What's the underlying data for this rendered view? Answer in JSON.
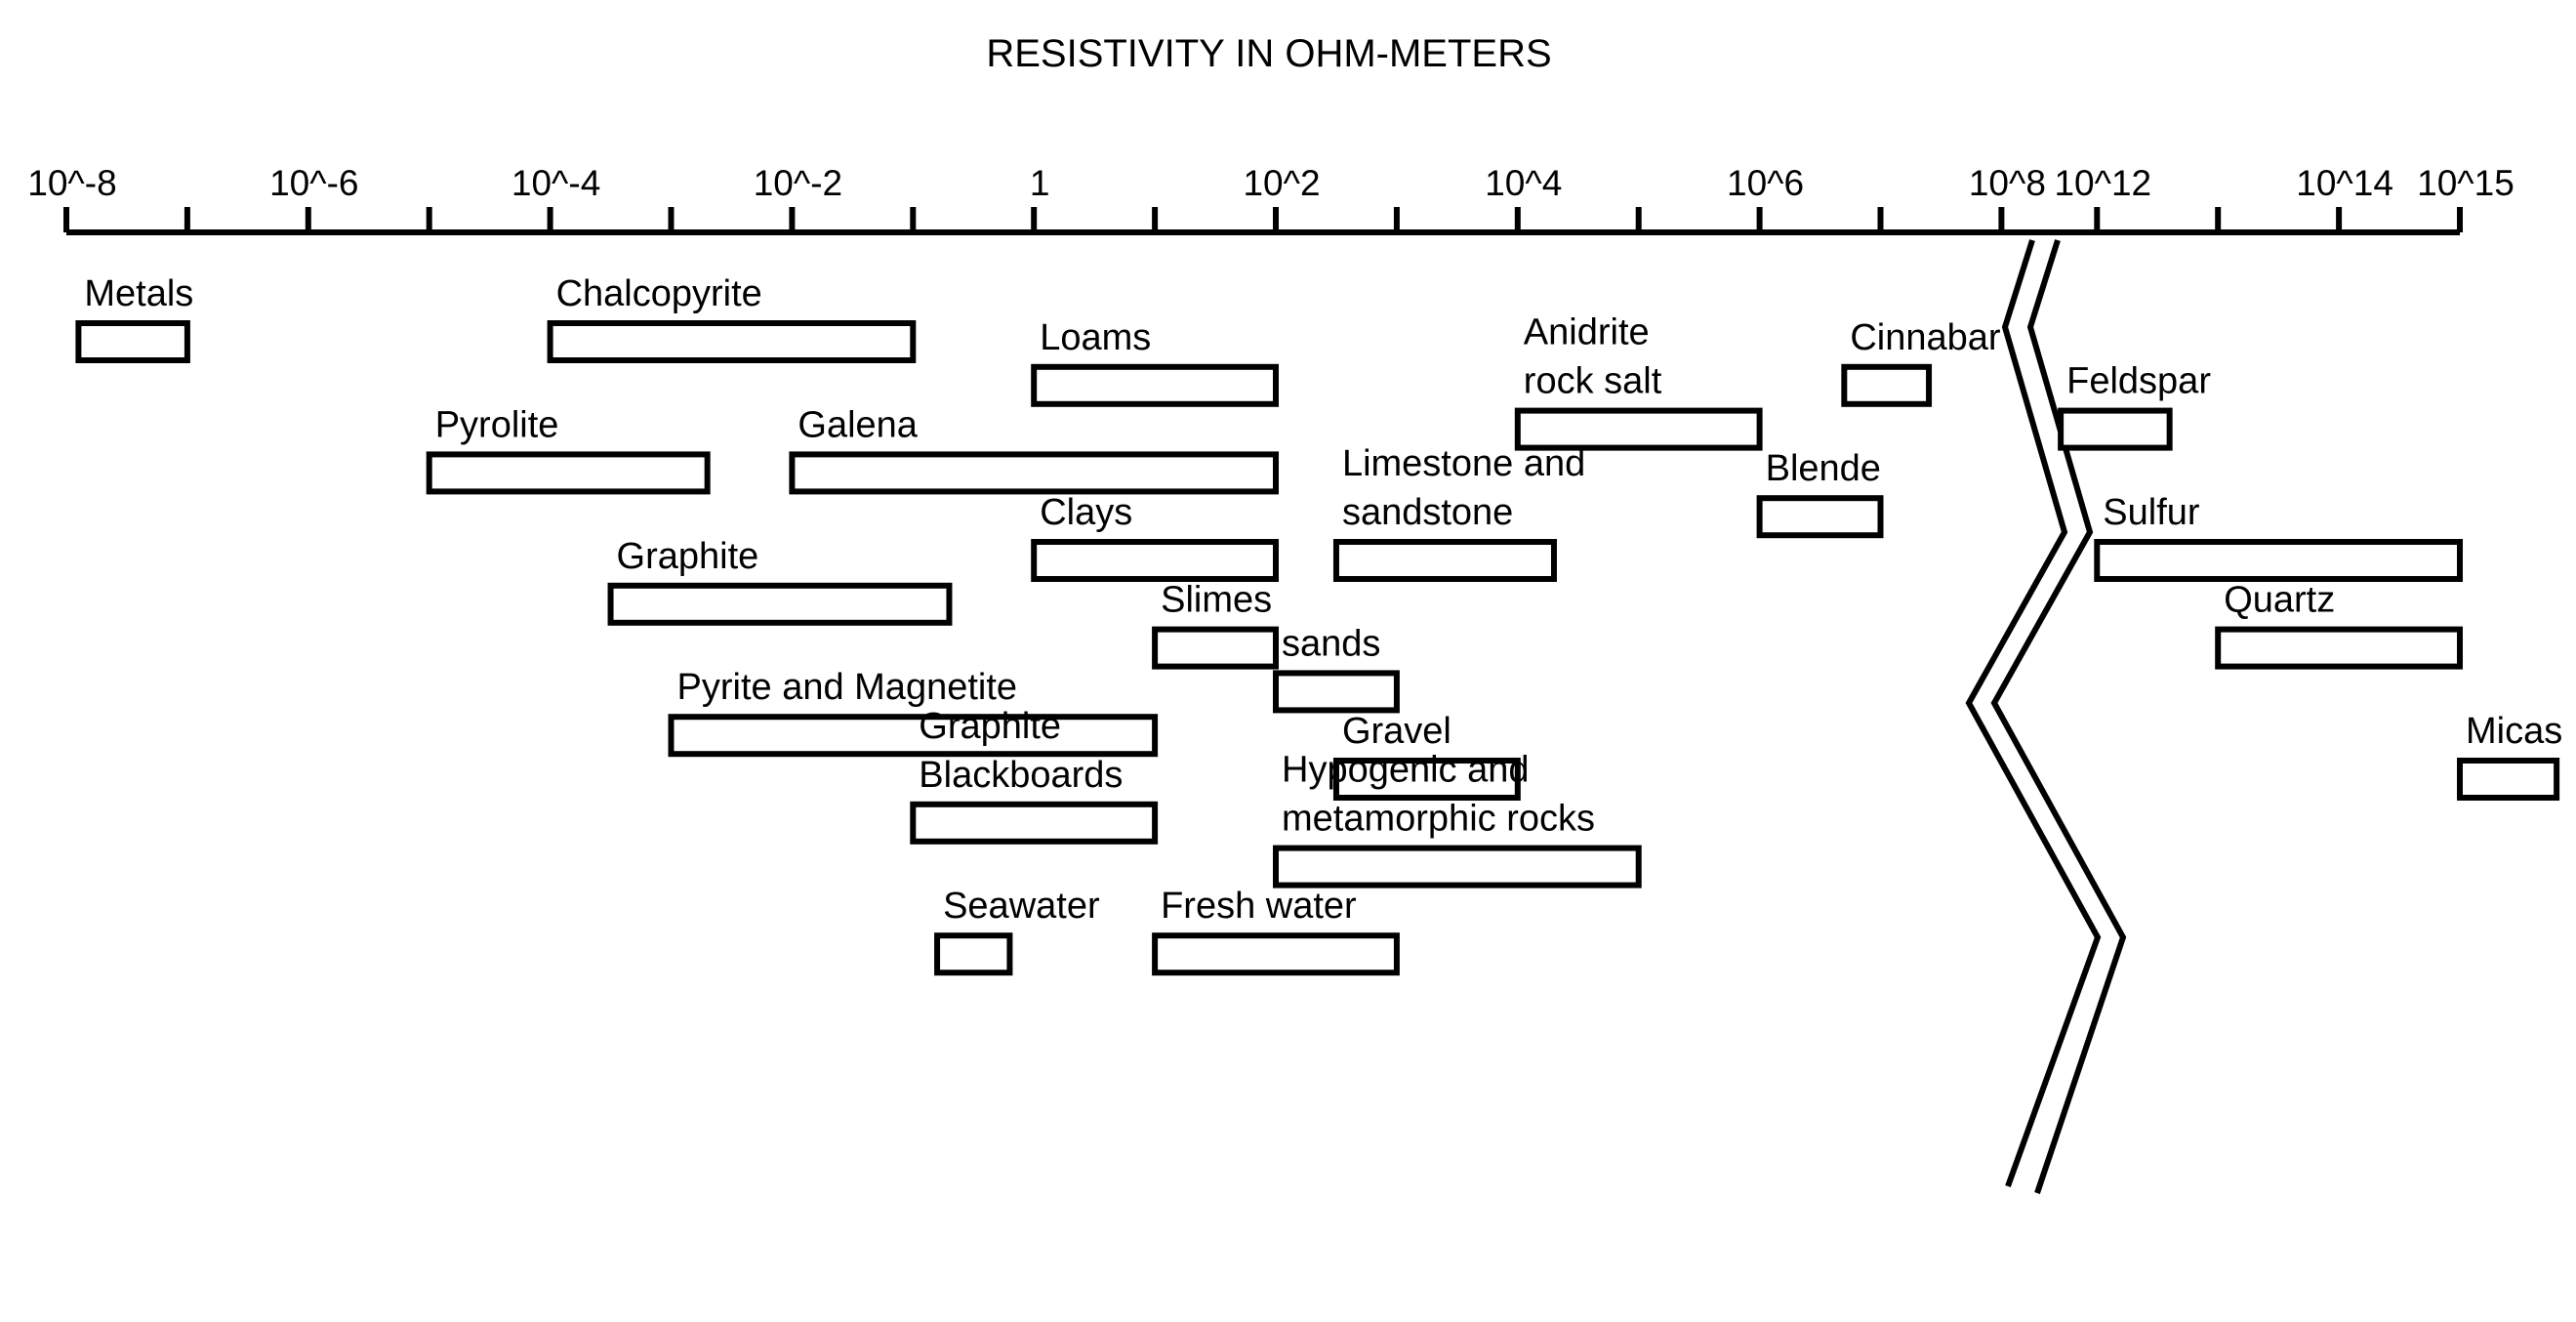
{
  "chart_data": {
    "type": "range-bar",
    "title": "RESISTIVITY IN OHM-METERS",
    "xlabel": "",
    "ylabel": "",
    "x_scale": "log10 (axis broken between 10^8 and 10^12)",
    "grid": false,
    "legend": "none",
    "colors": {
      "ink": "#000000",
      "background": "#ffffff",
      "bar_fill": "#ffffff"
    },
    "axis_ticks": [
      {
        "exp": -8,
        "label": "10^-8"
      },
      {
        "exp": -7,
        "label": ""
      },
      {
        "exp": -6,
        "label": "10^-6"
      },
      {
        "exp": -5,
        "label": ""
      },
      {
        "exp": -4,
        "label": "10^-4"
      },
      {
        "exp": -3,
        "label": ""
      },
      {
        "exp": -2,
        "label": "10^-2"
      },
      {
        "exp": -1,
        "label": ""
      },
      {
        "exp": 0,
        "label": "1"
      },
      {
        "exp": 1,
        "label": ""
      },
      {
        "exp": 2,
        "label": "10^2"
      },
      {
        "exp": 3,
        "label": ""
      },
      {
        "exp": 4,
        "label": "10^4"
      },
      {
        "exp": 5,
        "label": ""
      },
      {
        "exp": 6,
        "label": "10^6"
      },
      {
        "exp": 7,
        "label": ""
      },
      {
        "exp": 8,
        "label": "10^8"
      },
      {
        "exp": 12,
        "label": "10^12"
      },
      {
        "exp": 13,
        "label": ""
      },
      {
        "exp": 14,
        "label": "10^14"
      },
      {
        "exp": 15,
        "label": "10^15"
      }
    ],
    "materials": [
      {
        "label": [
          "Metals"
        ],
        "min_exp": -7.9,
        "max_exp": -7.0,
        "row": 0
      },
      {
        "label": [
          "Chalcopyrite"
        ],
        "min_exp": -4.0,
        "max_exp": -1.0,
        "row": 0
      },
      {
        "label": [
          "Loams"
        ],
        "min_exp": 0.0,
        "max_exp": 2.0,
        "row": 1
      },
      {
        "label": [
          "Anidrite",
          "rock salt"
        ],
        "min_exp": 4.0,
        "max_exp": 6.0,
        "row": 2
      },
      {
        "label": [
          "Cinnabar"
        ],
        "min_exp": 6.7,
        "max_exp": 7.4,
        "row": 1
      },
      {
        "label": [
          "Feldspar"
        ],
        "min_exp": 11.7,
        "max_exp": 12.6,
        "row": 2
      },
      {
        "label": [
          "Pyrolite"
        ],
        "min_exp": -5.0,
        "max_exp": -2.7,
        "row": 3
      },
      {
        "label": [
          "Galena"
        ],
        "min_exp": -2.0,
        "max_exp": 2.0,
        "row": 3
      },
      {
        "label": [
          "Limestone and",
          "sandstone"
        ],
        "min_exp": 2.5,
        "max_exp": 4.3,
        "row": 5
      },
      {
        "label": [
          "Blende"
        ],
        "min_exp": 6.0,
        "max_exp": 7.0,
        "row": 4
      },
      {
        "label": [
          "Clays"
        ],
        "min_exp": 0.0,
        "max_exp": 2.0,
        "row": 5
      },
      {
        "label": [
          "Sulfur"
        ],
        "min_exp": 12.0,
        "max_exp": 15.0,
        "row": 5
      },
      {
        "label": [
          "Graphite"
        ],
        "min_exp": -3.5,
        "max_exp": -0.7,
        "row": 6
      },
      {
        "label": [
          "Slimes"
        ],
        "min_exp": 1.0,
        "max_exp": 2.0,
        "row": 7
      },
      {
        "label": [
          "Quartz"
        ],
        "min_exp": 13.0,
        "max_exp": 15.0,
        "row": 7
      },
      {
        "label": [
          "sands"
        ],
        "min_exp": 2.0,
        "max_exp": 3.0,
        "row": 8
      },
      {
        "label": [
          "Pyrite and Magnetite"
        ],
        "min_exp": -3.0,
        "max_exp": 1.0,
        "row": 9
      },
      {
        "label": [
          "Micas"
        ],
        "min_exp": 15.0,
        "max_exp": 15.8,
        "row": 10
      },
      {
        "label": [
          "Gravel"
        ],
        "min_exp": 2.5,
        "max_exp": 4.0,
        "row": 10
      },
      {
        "label": [
          "Graphite",
          "Blackboards"
        ],
        "min_exp": -1.0,
        "max_exp": 1.0,
        "row": 11
      },
      {
        "label": [
          "Hypogenic and",
          "metamorphic rocks"
        ],
        "min_exp": 2.0,
        "max_exp": 5.0,
        "row": 12
      },
      {
        "label": [
          "Seawater"
        ],
        "min_exp": -0.8,
        "max_exp": -0.2,
        "row": 14
      },
      {
        "label": [
          "Fresh water"
        ],
        "min_exp": 1.0,
        "max_exp": 3.0,
        "row": 14
      }
    ]
  }
}
